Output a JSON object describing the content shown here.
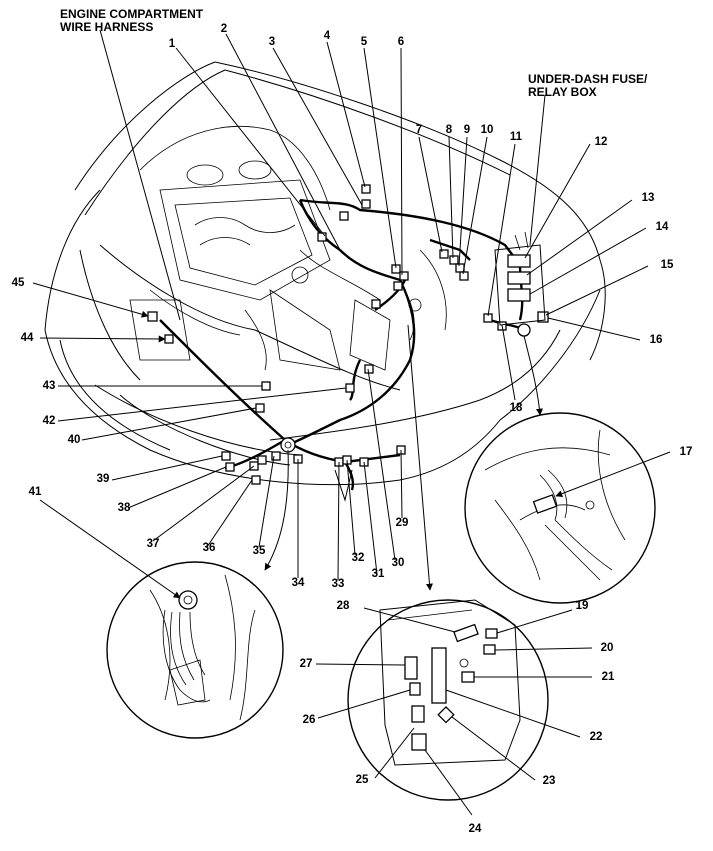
{
  "titles": {
    "harness": "ENGINE COMPARTMENT\nWIRE HARNESS",
    "fusebox": "UNDER-DASH FUSE/\nRELAY BOX"
  },
  "callouts": [
    "1",
    "2",
    "3",
    "4",
    "5",
    "6",
    "7",
    "8",
    "9",
    "10",
    "11",
    "12",
    "13",
    "14",
    "15",
    "16",
    "17",
    "18",
    "19",
    "20",
    "21",
    "22",
    "23",
    "24",
    "25",
    "26",
    "27",
    "28",
    "29",
    "30",
    "31",
    "32",
    "33",
    "34",
    "35",
    "36",
    "37",
    "38",
    "39",
    "40",
    "41",
    "42",
    "43",
    "44",
    "45"
  ]
}
